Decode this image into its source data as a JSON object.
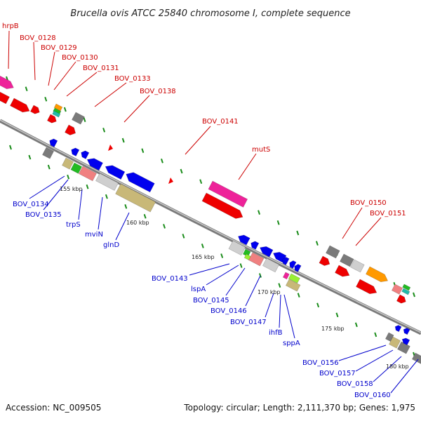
{
  "title": "Brucella ovis ATCC 25840 chromosome I, complete sequence",
  "footer": {
    "accession": "Accession: NC_009505",
    "summary": "Topology: circular; Length: 2,111,370 bp; Genes: 1,975"
  },
  "kbp_labels": [
    "155 kbp",
    "160 kbp",
    "165 kbp",
    "170 kbp",
    "175 kbp",
    "180 kbp"
  ],
  "forward_labels": [
    "hrpB",
    "BOV_0128",
    "BOV_0129",
    "BOV_0130",
    "BOV_0131",
    "BOV_0133",
    "BOV_0138",
    "BOV_0141",
    "mutS",
    "BOV_0150",
    "BOV_0151"
  ],
  "reverse_labels": [
    "BOV_0134",
    "BOV_0135",
    "trpS",
    "mviN",
    "glnD",
    "BOV_0143",
    "lspA",
    "BOV_0145",
    "BOV_0146",
    "BOV_0147",
    "ihfB",
    "sppA",
    "BOV_0156",
    "BOV_0157",
    "BOV_0158",
    "BOV_0160"
  ],
  "colors": {
    "forward_label": "#cc0000",
    "reverse_label": "#0000cc",
    "backbone": "#8c8c8c",
    "tick": "#1a8c1a",
    "gene_red": "#ee0000",
    "gene_blue": "#0000ee",
    "gene_pink": "#ee2299",
    "gene_gray": "#7a7a7a",
    "gene_lightgray": "#cfcfcf",
    "gene_orange": "#ff9900",
    "gene_khaki": "#c8b878",
    "gene_salmon": "#f08080",
    "gene_green": "#22bb22",
    "gene_lime": "#99ee33",
    "gene_teal": "#22bbaa"
  }
}
